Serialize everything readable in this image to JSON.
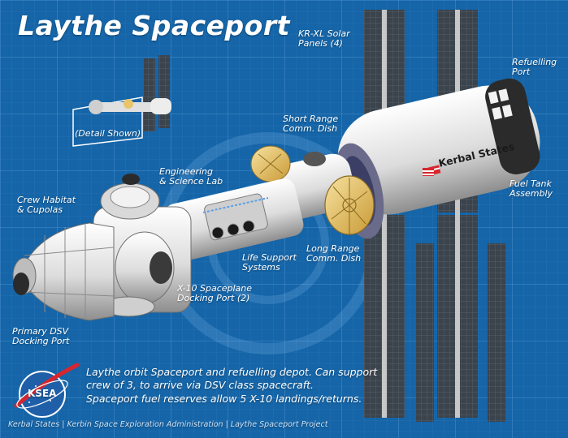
{
  "title": "Laythe Spaceport",
  "labels": {
    "solar_panels": [
      "KR-XL Solar",
      "Panels (4)"
    ],
    "refuelling_port": [
      "Refuelling",
      "Port"
    ],
    "detail_shown": "(Detail Shown)",
    "short_range_dish": [
      "Short Range",
      "Comm. Dish"
    ],
    "engineering_lab": [
      "Engineering",
      "& Science Lab"
    ],
    "crew_habitat": [
      "Crew Habitat",
      "& Cupolas"
    ],
    "fuel_tank": [
      "Fuel Tank",
      "Assembly"
    ],
    "long_range_dish": [
      "Long Range",
      "Comm. Dish"
    ],
    "life_support": [
      "Life Support",
      "Systems"
    ],
    "spaceplane_port": [
      "X-10 Spaceplane",
      "Docking Port (2)"
    ],
    "primary_dsv_port": [
      "Primary DSV",
      "Docking Port"
    ]
  },
  "description": [
    "Laythe orbit Spaceport and refuelling depot.  Can support",
    "crew of 3, to arrive via DSV class spacecraft.",
    "Spaceport fuel reserves allow 5 X-10 landings/returns."
  ],
  "tank_text": "Kerbal States",
  "logo_text": "KSEA",
  "footer": "Kerbal States | Kerbin Space Exploration Administration |  Laythe Spaceport Project",
  "colors": {
    "blueprint": "#1565a8",
    "grid": "#3f86c4",
    "hull": "#e8e8e8",
    "panel": "#3c4650",
    "dish": "#e9c46a",
    "logo_blue": "#1f5fa8",
    "logo_red": "#d7262e"
  }
}
